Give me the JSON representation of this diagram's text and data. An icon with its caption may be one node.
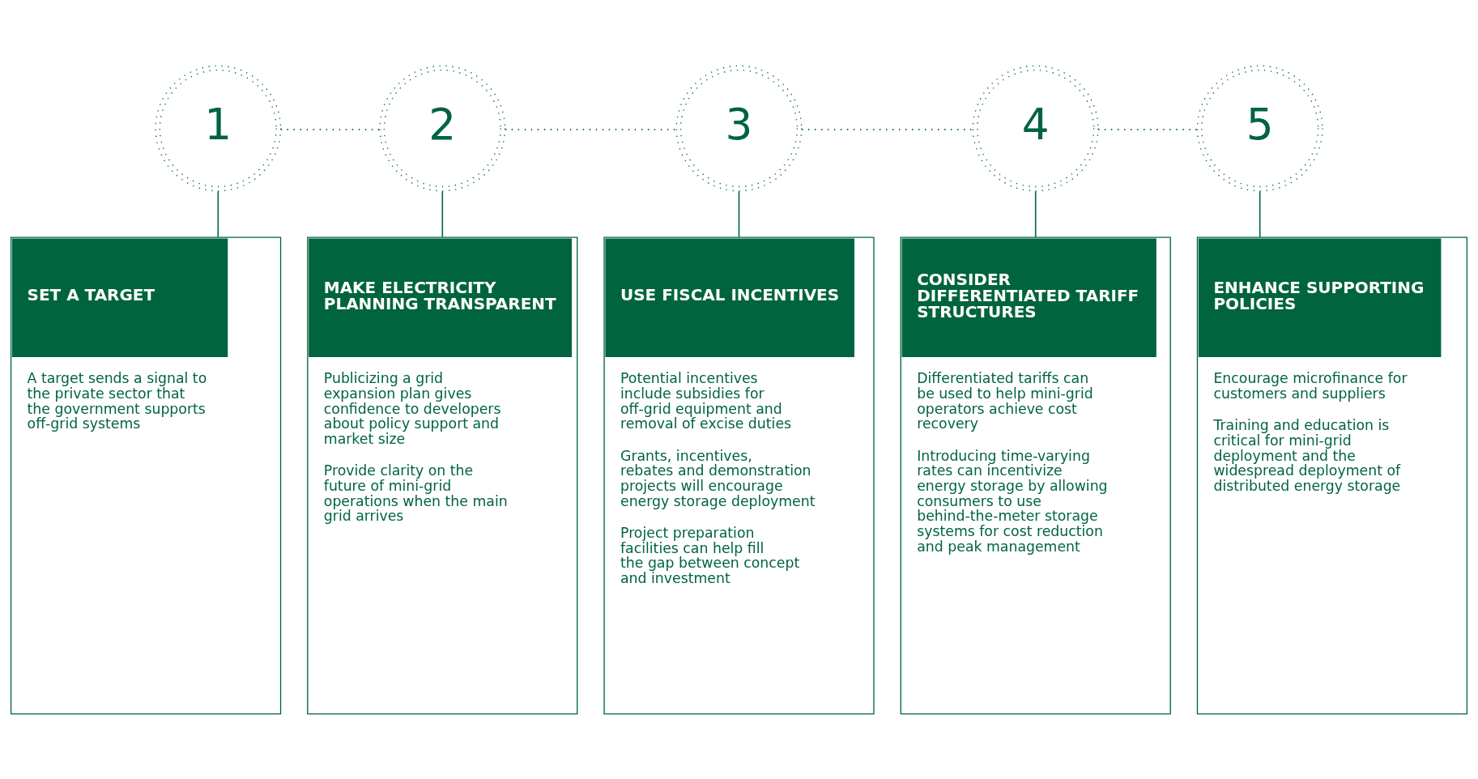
{
  "diagram": {
    "nodes": [
      {
        "text": [
          "1"
        ]
      },
      {
        "text": [
          "2"
        ]
      },
      {
        "text": [
          "3"
        ]
      },
      {
        "text": [
          "4"
        ]
      },
      {
        "text": [
          "5"
        ]
      },
      {
        "text": [
          "SET A TARGET",
          "A target sends a signal to the private sector that the government supports off-grid systems"
        ]
      },
      {
        "text": [
          "MAKE ELECTRICITY PLANNING TRANSPARENT",
          "Publicizing a grid expansion plan gives confidence to developers about policy support and market size",
          "Provide clarity on the future of mini-grid operations when the main grid arrives"
        ]
      },
      {
        "text": [
          "USE FISCAL INCENTIVES",
          "Potential incentives include subsidies for off-grid equipment and removal of excise duties",
          "Grants, incentives, rebates and demonstration projects will encourage energy storage deployment",
          "Project preparation facilities can help fill the gap between concept and investment"
        ]
      },
      {
        "text": [
          "CONSIDER DIFFERENTIATED TARIFF STRUCTURES",
          "Differentiated tariffs can be used to help mini-grid operators achieve cost recovery",
          "Introducing time-varying rates can incentivize energy storage by allowing consumers to use behind-the-meter storage systems for cost reduction and peak management"
        ]
      },
      {
        "text": [
          "ENHANCE SUPPORTING POLICIES",
          "Encourage microfinance for customers and suppliers",
          "Training and education is critical for mini-grid deployment and the widespread deployment of distributed energy storage"
        ]
      }
    ],
    "edges": [
      {
        "from": 0,
        "to": 1,
        "arrow": "none",
        "style": "dashed"
      },
      {
        "from": 1,
        "to": 2,
        "arrow": "none",
        "style": "dashed"
      },
      {
        "from": 2,
        "to": 3,
        "arrow": "none",
        "style": "dashed"
      },
      {
        "from": 3,
        "to": 4,
        "arrow": "none",
        "style": "dashed"
      },
      {
        "from": 0,
        "to": 5,
        "arrow": "none"
      },
      {
        "from": 1,
        "to": 6,
        "arrow": "none"
      },
      {
        "from": 2,
        "to": 7,
        "arrow": "none"
      },
      {
        "from": 3,
        "to": 8,
        "arrow": "none"
      },
      {
        "from": 4,
        "to": 9,
        "arrow": "none"
      }
    ]
  }
}
